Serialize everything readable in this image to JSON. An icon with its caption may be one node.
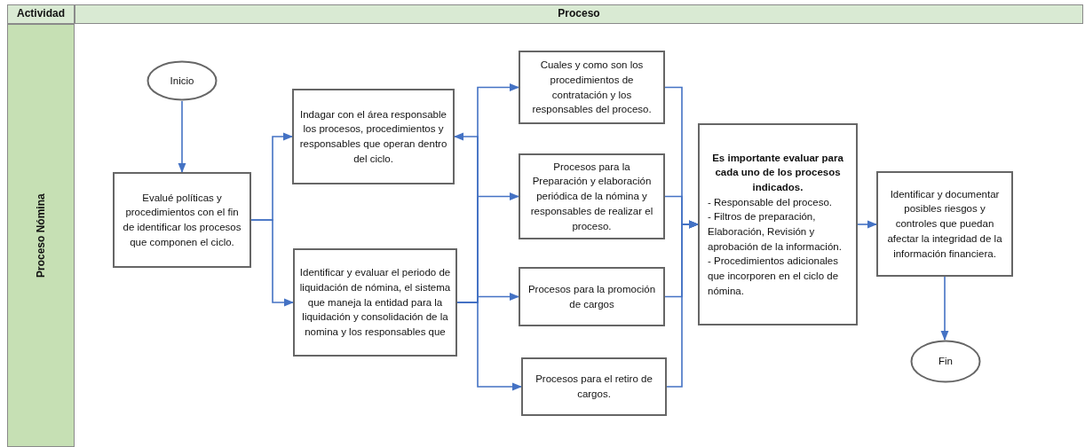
{
  "diagram": {
    "nodes": [
      {
        "text": [
          "Actividad"
        ]
      },
      {
        "text": [
          "Proceso"
        ]
      },
      {
        "text": [
          "Proceso Nómina"
        ]
      },
      {
        "text": [
          "Inicio"
        ]
      },
      {
        "text": [
          "Evalué políticas y procedimientos con el fin de identificar los procesos que componen el ciclo."
        ]
      },
      {
        "text": [
          "Indagar con el área responsable los procesos, procedimientos y responsables que operan dentro del ciclo."
        ]
      },
      {
        "text": [
          "Identificar y evaluar el periodo de liquidación de nómina, el sistema que maneja la entidad para la liquidación y consolidación de la nomina y los responsables que"
        ]
      },
      {
        "text": [
          "Cuales y como son los procedimientos de contratación y los responsables del proceso."
        ]
      },
      {
        "text": [
          "Procesos para la Preparación y elaboración periódica de la nómina y responsables de realizar el proceso."
        ]
      },
      {
        "text": [
          "Procesos para la promoción de cargos"
        ]
      },
      {
        "text": [
          "Procesos para el retiro de cargos."
        ]
      },
      {
        "text": [
          "Es importante evaluar para cada uno de los procesos indicados.",
          "- Responsable del proceso.",
          "- Filtros de preparación, Elaboración, Revisión y aprobación de la información.",
          "- Procedimientos adicionales que incorporen en el ciclo de nómina."
        ]
      },
      {
        "text": [
          "Identificar y documentar posibles riesgos y controles que puedan afectar la integridad de la información financiera."
        ]
      },
      {
        "text": [
          "Fin"
        ]
      }
    ],
    "edges": [
      {
        "from": 3,
        "to": 4,
        "arrow": "to"
      },
      {
        "from": 4,
        "to": 5,
        "arrow": "to"
      },
      {
        "from": 4,
        "to": 6,
        "arrow": "to"
      },
      {
        "from": 6,
        "to": 5,
        "arrow": "to"
      },
      {
        "from": 6,
        "to": 7,
        "arrow": "to"
      },
      {
        "from": 6,
        "to": 8,
        "arrow": "to"
      },
      {
        "from": 6,
        "to": 9,
        "arrow": "to"
      },
      {
        "from": 6,
        "to": 10,
        "arrow": "to"
      },
      {
        "from": 7,
        "to": 11,
        "arrow": "to"
      },
      {
        "from": 8,
        "to": 11,
        "arrow": "to"
      },
      {
        "from": 9,
        "to": 11,
        "arrow": "to"
      },
      {
        "from": 10,
        "to": 11,
        "arrow": "to"
      },
      {
        "from": 11,
        "to": 12,
        "arrow": "to"
      },
      {
        "from": 12,
        "to": 13,
        "arrow": "to"
      }
    ]
  }
}
